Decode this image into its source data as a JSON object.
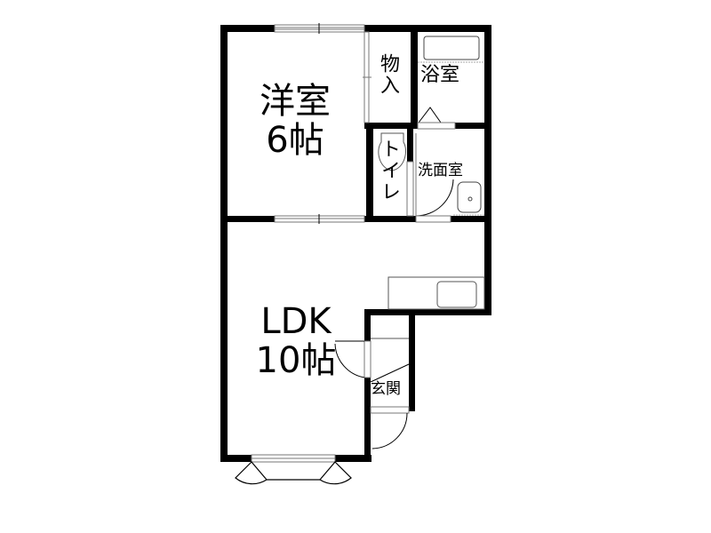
{
  "floor_plan": {
    "rooms": [
      {
        "id": "western_room",
        "name": "洋室",
        "size": "6帖"
      },
      {
        "id": "ldk",
        "name": "LDK",
        "size": "10帖"
      },
      {
        "id": "closet",
        "name": "物入"
      },
      {
        "id": "bathroom",
        "name": "浴室"
      },
      {
        "id": "toilet",
        "name": "トイレ"
      },
      {
        "id": "washroom",
        "name": "洗面室"
      },
      {
        "id": "entrance",
        "name": "玄関"
      }
    ],
    "colors": {
      "wall": "#000000",
      "fixture": "#555555",
      "window": "#888888",
      "background": "#ffffff"
    }
  }
}
